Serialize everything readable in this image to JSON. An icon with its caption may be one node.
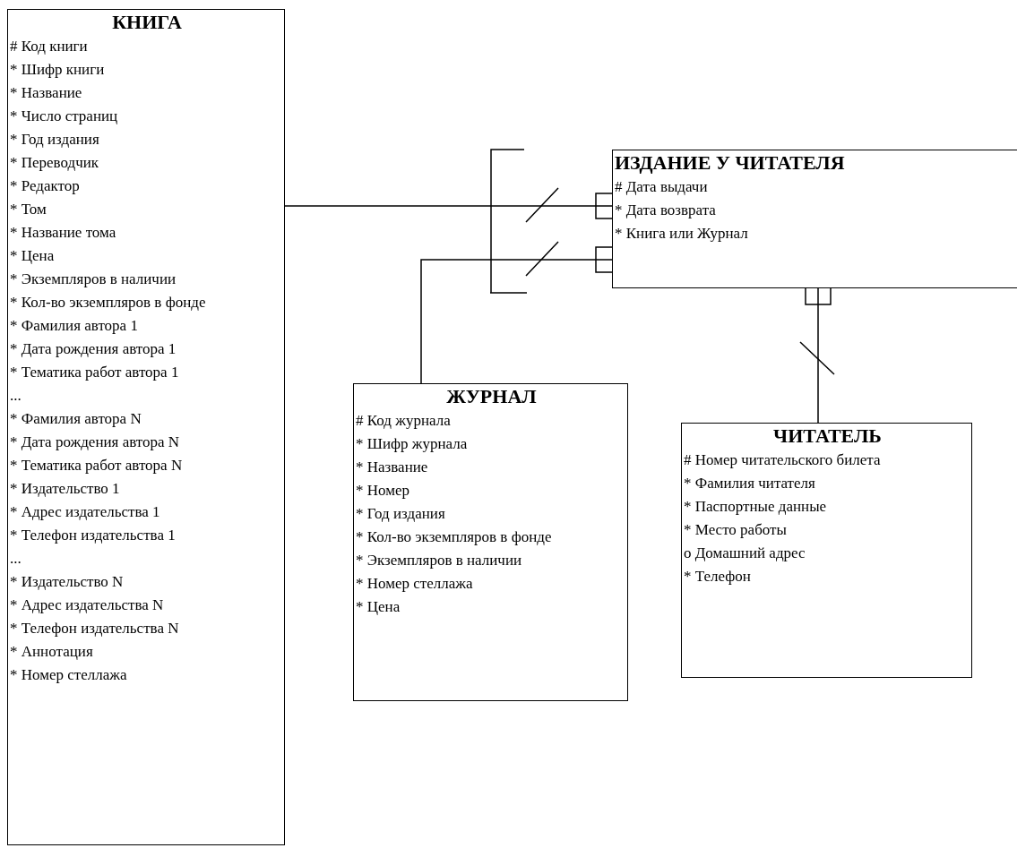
{
  "diagram": {
    "nodes": [
      {
        "text": [
          "КНИГА",
          "# Код книги",
          "* Шифр книги",
          "* Название",
          "* Число страниц",
          "* Год издания",
          "* Переводчик",
          "* Редактор",
          "* Том",
          "* Название тома",
          "* Цена",
          "* Экземпляров в наличии",
          "* Кол-во экземпляров в фонде",
          "* Фамилия автора 1",
          "* Дата рождения автора 1",
          "* Тематика работ автора 1",
          "...",
          "* Фамилия автора N",
          "* Дата рождения автора N",
          "* Тематика работ автора N",
          "* Издательство 1",
          "* Адрес издательства 1",
          "* Телефон издательства 1",
          "...",
          "* Издательство N",
          "* Адрес издательства N",
          "* Телефон издательства N",
          "* Аннотация",
          "* Номер стеллажа"
        ]
      },
      {
        "text": [
          "ИЗДАНИЕ У ЧИТАТЕЛЯ",
          "# Дата выдачи",
          "* Дата возврата",
          "* Книга или Журнал"
        ]
      },
      {
        "text": [
          "ЖУРНАЛ",
          "# Код журнала",
          "* Шифр журнала",
          "* Название",
          "* Номер",
          "* Год издания",
          "* Кол-во экземпляров в фонде",
          "* Экземпляров в наличии",
          "* Номер стеллажа",
          "* Цена"
        ]
      },
      {
        "text": [
          "ЧИТАТЕЛЬ",
          "# Номер читательского билета",
          "* Фамилия читателя",
          "* Паспортные данные",
          "* Место работы",
          "o Домашний адрес",
          "* Телефон"
        ]
      }
    ],
    "edges": [
      {
        "from": 0,
        "to": 1,
        "arrow": "other"
      },
      {
        "from": 2,
        "to": 1,
        "arrow": "other"
      },
      {
        "from": 3,
        "to": 1,
        "arrow": "other"
      }
    ]
  }
}
